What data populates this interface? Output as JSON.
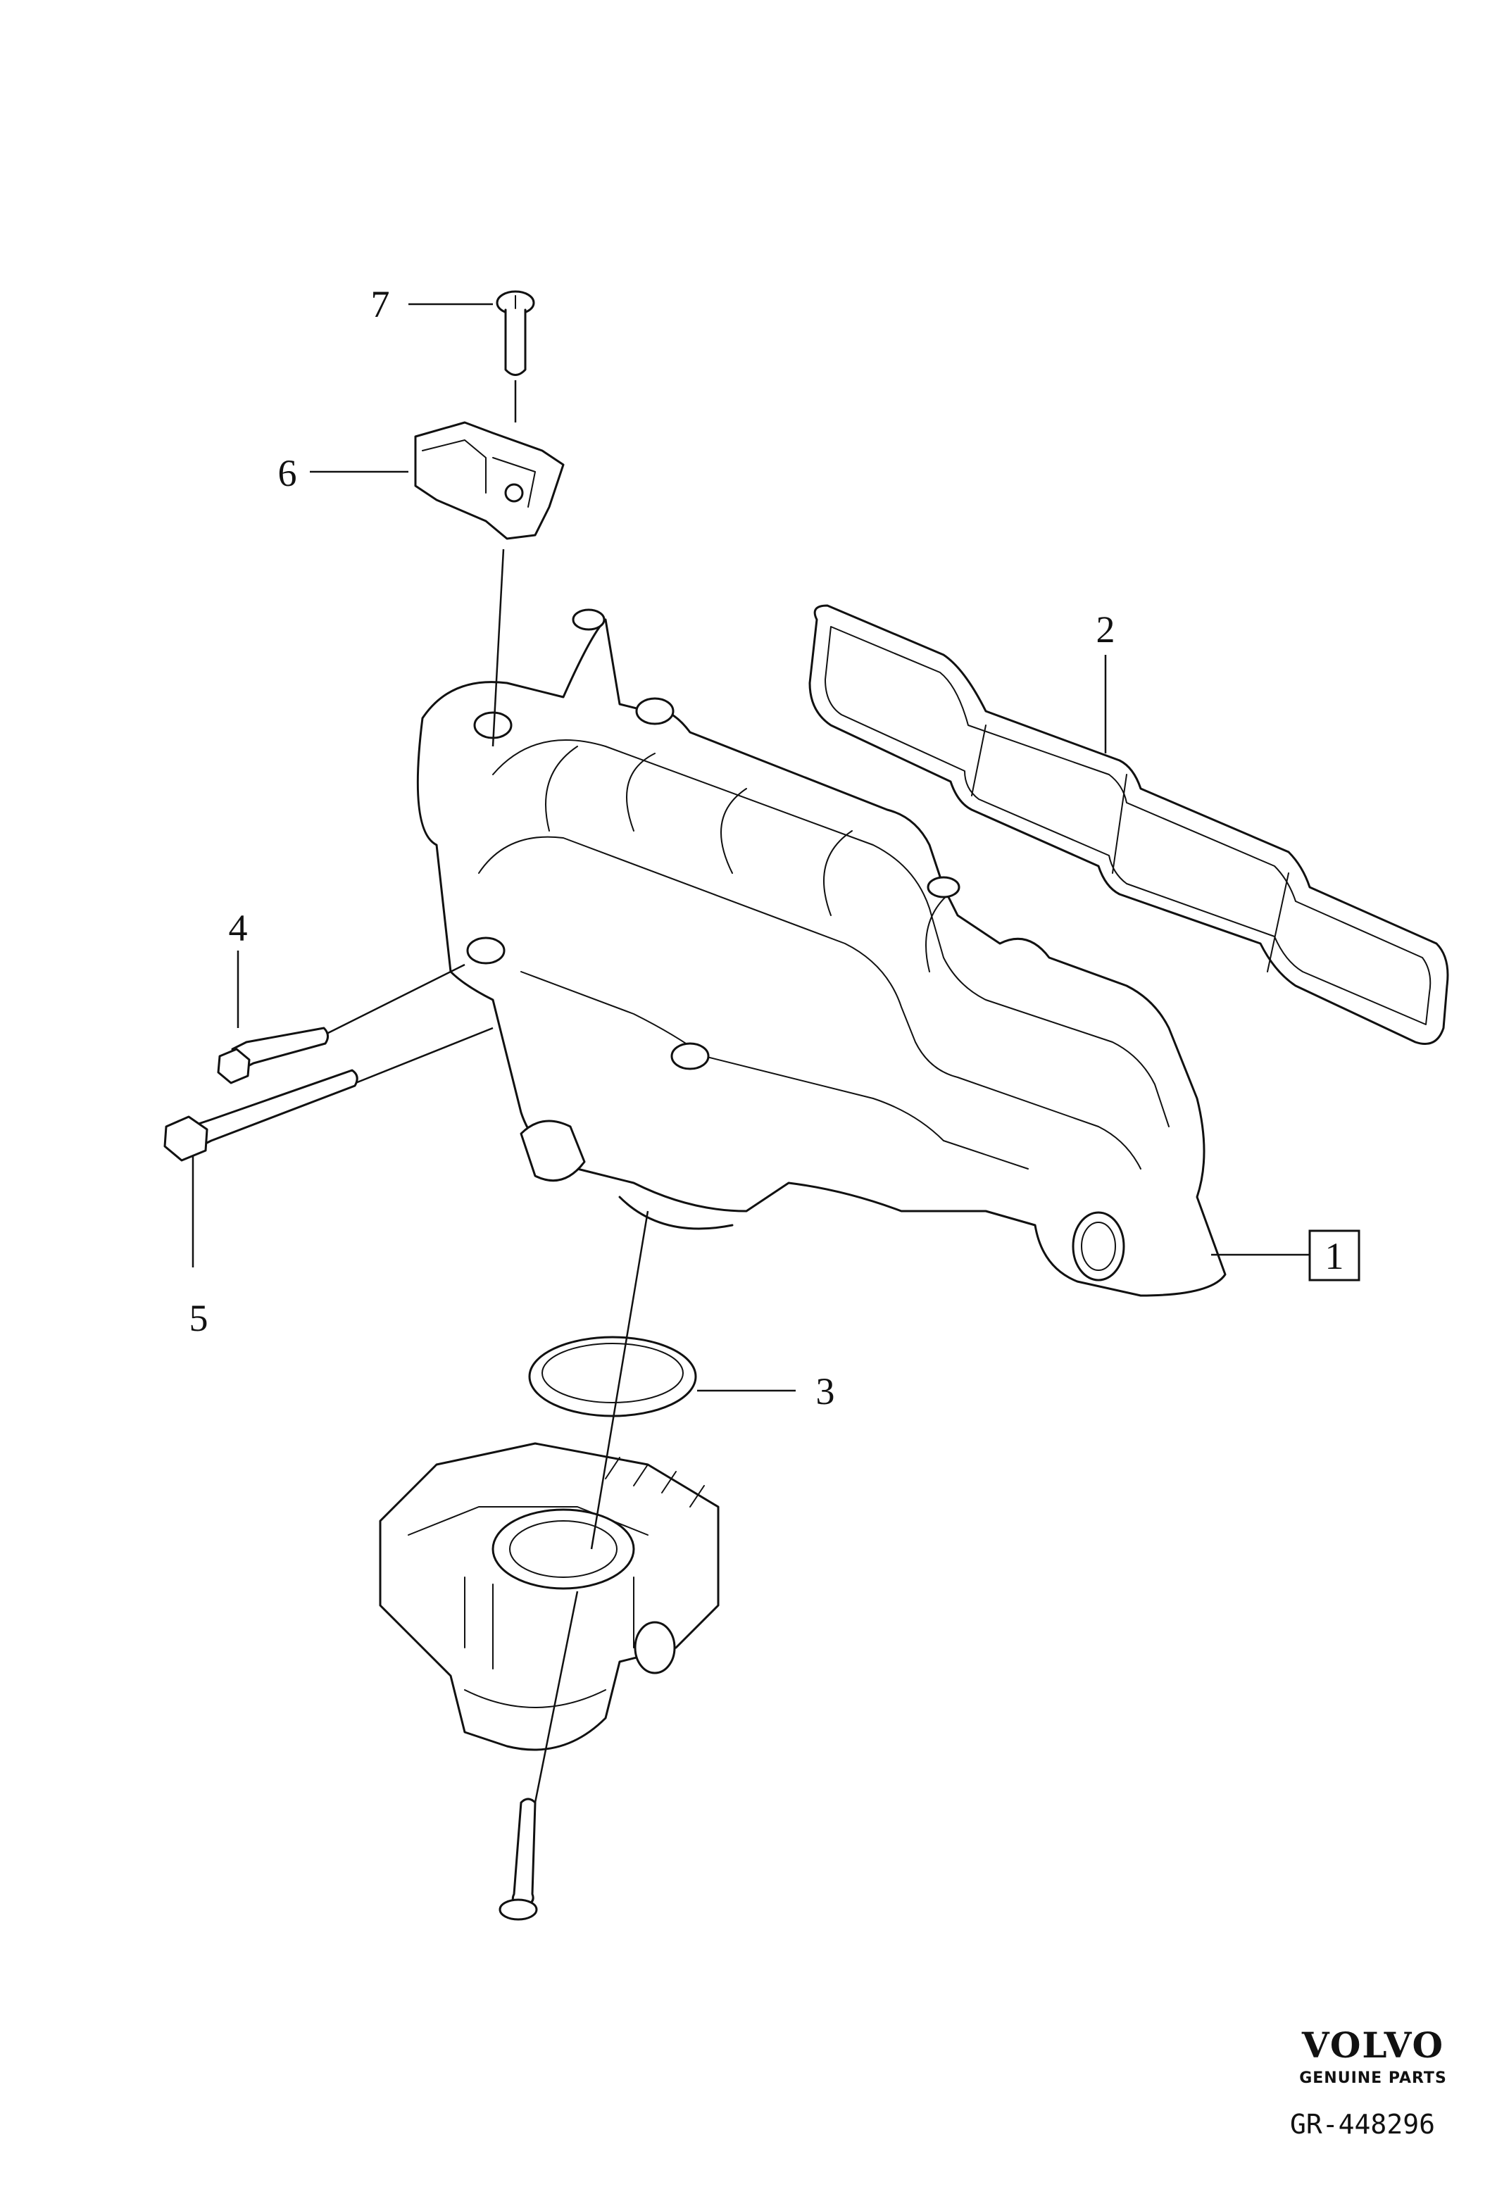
{
  "callouts": {
    "c1": "1",
    "c2": "2",
    "c3": "3",
    "c4": "4",
    "c5": "5",
    "c6": "6",
    "c7": "7"
  },
  "brand": {
    "name": "VOLVO",
    "tagline": "GENUINE PARTS"
  },
  "reference": "GR-448296"
}
